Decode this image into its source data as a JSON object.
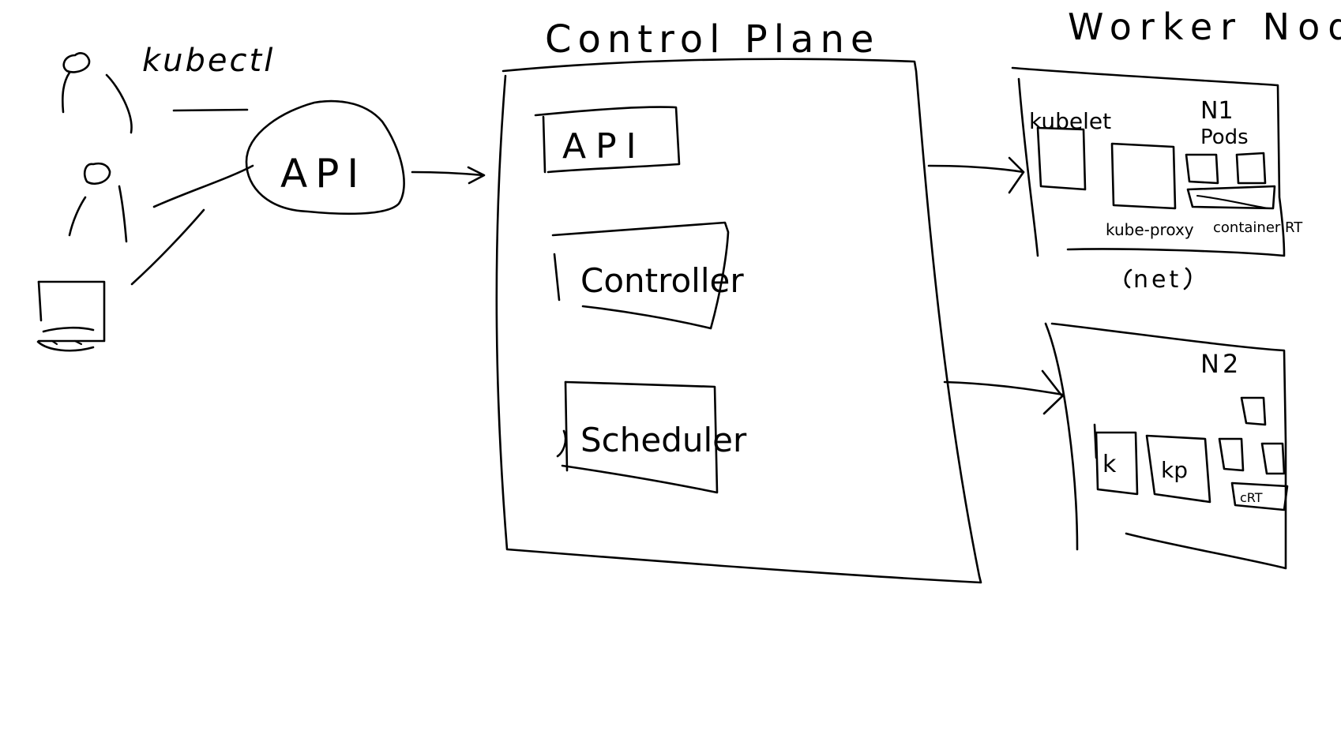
{
  "diagram": {
    "client_label": "kubectl",
    "api_cloud_label": "API",
    "control_plane": {
      "title": "Control Plane",
      "components": [
        "API",
        "Controller",
        "Scheduler"
      ]
    },
    "worker_nodes": {
      "title": "Worker Nodes",
      "node1": {
        "name": "N1",
        "kubelet": "kubelet",
        "pods": "Pods",
        "kube_proxy": "kube-proxy",
        "container_rt": "container RT",
        "net": "net"
      },
      "node2": {
        "name": "N2",
        "kubelet_short": "k",
        "kube_proxy_short": "kp",
        "container_rt_short": "cRT"
      }
    }
  }
}
